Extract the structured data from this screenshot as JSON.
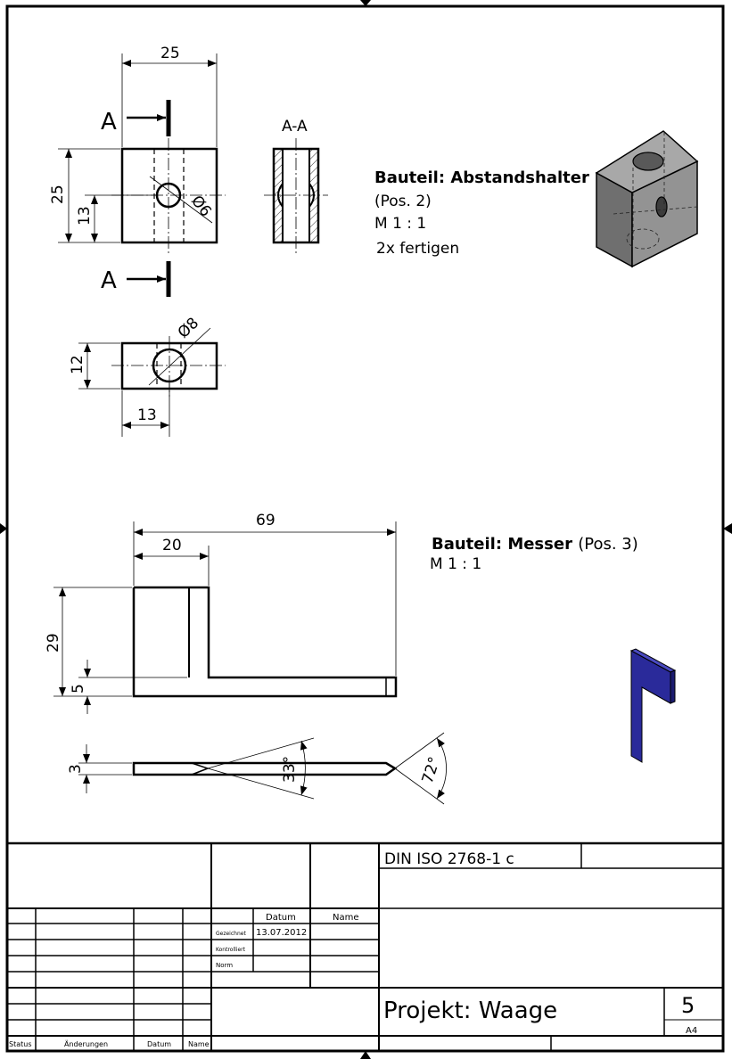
{
  "part1": {
    "front_view": {
      "width_dim": "25",
      "height_dim": "25",
      "hole_height_dim": "13",
      "hole_dia_dim": "Ø6",
      "section_marker_top": "A",
      "section_marker_bottom": "A"
    },
    "section_view": {
      "title": "A-A"
    },
    "top_view": {
      "hole_dia_dim": "Ø8",
      "height_dim": "12",
      "hole_pos_dim": "13"
    },
    "note": {
      "title_prefix": "Bauteil:",
      "title_name": "Abstandshalter",
      "pos": "(Pos. 2)",
      "scale": "M 1 : 1",
      "qty": "2x fertigen"
    }
  },
  "part2": {
    "front_view": {
      "length_dim": "69",
      "leg_width_dim": "20",
      "height_dim": "29",
      "thickness_dim": "5"
    },
    "bottom_view": {
      "thickness_dim": "3",
      "angle_dim": "33°",
      "tip_angle_dim": "72°"
    },
    "note": {
      "title_prefix": "Bauteil:",
      "title_name": "Messer",
      "pos": "(Pos. 3)",
      "scale": "M 1 : 1"
    }
  },
  "title_block": {
    "tolerance": "DIN ISO 2768-1 c",
    "col_datum": "Datum",
    "col_name": "Name",
    "row_gezeichnet": "Gezeichnet",
    "row_kontrolliert": "Kontrolliert",
    "row_norm": "Norm",
    "drawn_date": "13.07.2012",
    "project": "Projekt: Waage",
    "sheet_number": "5",
    "sheet_format": "A4",
    "rev_status": "Status",
    "rev_changes": "Änderungen",
    "rev_date": "Datum",
    "rev_name": "Name"
  },
  "colors": {
    "line": "#000000",
    "iso_body": "#8c8c8c",
    "blade": "#2a2a9a"
  }
}
